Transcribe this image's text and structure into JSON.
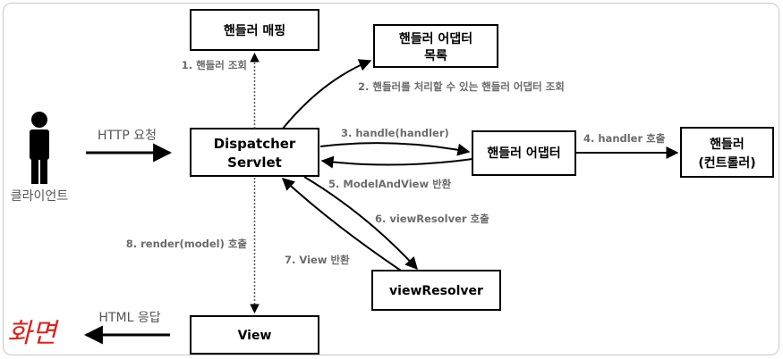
{
  "nodes": {
    "handler_mapping": "핸들러 매핑",
    "handler_adapter_list_line1": "핸들러 어댑터",
    "handler_adapter_list_line2": "목록",
    "dispatcher_line1": "Dispatcher",
    "dispatcher_line2": "Servlet",
    "handler_adapter": "핸들러 어댑터",
    "handler_line1": "핸들러",
    "handler_line2": "(컨트롤러)",
    "view_resolver": "viewResolver",
    "view": "View"
  },
  "actors": {
    "client": "클라이언트",
    "screen": "화면"
  },
  "edges": {
    "step1": "1. 핸들러 조회",
    "step2": "2. 핸들러를 처리할 수 있는 핸들러 어댑터 조회",
    "step3": "3. handle(handler)",
    "step4": "4. handler 호출",
    "step5": "5. ModelAndView 반환",
    "step6": "6. viewResolver 호출",
    "step7": "7. View 반환",
    "step8": "8. render(model) 호출",
    "http_request": "HTTP 요청",
    "html_response": "HTML 응답"
  },
  "colors": {
    "box_border": "#000000",
    "edge_label": "#6b6b6b",
    "screen_text": "#e0201b"
  }
}
